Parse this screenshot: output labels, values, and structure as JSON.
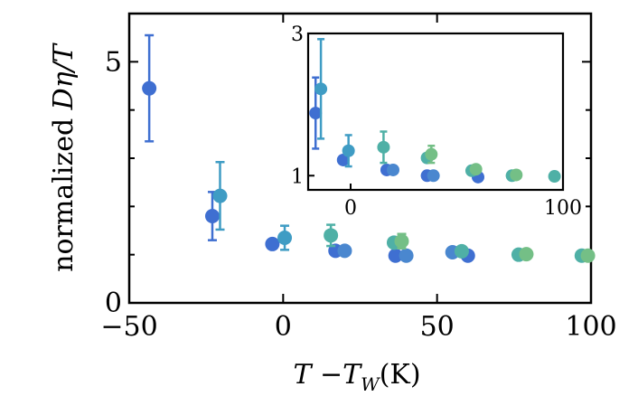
{
  "chart_data": [
    {
      "type": "scatter",
      "xlabel_text": "T −T",
      "xlabel_sub": "W",
      "xlabel_unit": "(K)",
      "ylabel_text": "normalized ",
      "ylabel_math": "Dη/T",
      "xlim": [
        -50,
        100
      ],
      "ylim": [
        0,
        6
      ],
      "xticks": [
        -50,
        0,
        50,
        100
      ],
      "xtick_labels": [
        "−50",
        "0",
        "50",
        "100"
      ],
      "yticks": [
        0,
        5
      ],
      "ytick_labels": [
        "0",
        "5"
      ],
      "series": [
        {
          "color": "#3f6fd1",
          "points": [
            {
              "x": -43.5,
              "y": 4.45,
              "err": 1.1
            },
            {
              "x": -23,
              "y": 1.8,
              "err": 0.5
            },
            {
              "x": -3.5,
              "y": 1.22
            },
            {
              "x": 17,
              "y": 1.08
            },
            {
              "x": 36.5,
              "y": 0.98
            },
            {
              "x": 60,
              "y": 0.98
            }
          ]
        },
        {
          "color": "#4a87cf",
          "points": [
            {
              "x": 20,
              "y": 1.08
            },
            {
              "x": 40,
              "y": 0.98
            },
            {
              "x": 55,
              "y": 1.05
            }
          ]
        },
        {
          "color": "#3f9cc4",
          "points": [
            {
              "x": -20.5,
              "y": 2.22,
              "err": 0.7
            },
            {
              "x": 0.5,
              "y": 1.35,
              "err": 0.25
            }
          ]
        },
        {
          "color": "#4fb0a6",
          "points": [
            {
              "x": 15.5,
              "y": 1.4,
              "err": 0.22
            },
            {
              "x": 36,
              "y": 1.25
            },
            {
              "x": 58,
              "y": 1.07
            },
            {
              "x": 76.5,
              "y": 1.0
            },
            {
              "x": 97,
              "y": 0.98
            }
          ]
        },
        {
          "color": "#74bf86",
          "points": [
            {
              "x": 38.5,
              "y": 1.28,
              "err": 0.15
            },
            {
              "x": 79,
              "y": 1.01
            },
            {
              "x": 99,
              "y": 0.98
            }
          ]
        }
      ]
    },
    {
      "type": "scatter",
      "name": "inset",
      "xlim": [
        -20,
        100
      ],
      "ylim": [
        0.8,
        3
      ],
      "xticks": [
        0,
        100
      ],
      "xtick_labels": [
        "0",
        "100"
      ],
      "yticks": [
        1,
        3
      ],
      "ytick_labels": [
        "1",
        "3"
      ],
      "series": [
        {
          "color": "#3f6fd1",
          "points": [
            {
              "x": -16.5,
              "y": 1.88,
              "err": 0.5
            },
            {
              "x": -3.5,
              "y": 1.22
            },
            {
              "x": 17,
              "y": 1.08
            },
            {
              "x": 36,
              "y": 1.0
            },
            {
              "x": 60,
              "y": 0.98
            }
          ]
        },
        {
          "color": "#4a87cf",
          "points": [
            {
              "x": 20,
              "y": 1.08
            },
            {
              "x": 39,
              "y": 1.0
            }
          ]
        },
        {
          "color": "#3f9cc4",
          "points": [
            {
              "x": -14,
              "y": 2.22,
              "err": 0.7
            },
            {
              "x": -1,
              "y": 1.35,
              "err": 0.22
            }
          ]
        },
        {
          "color": "#4fb0a6",
          "points": [
            {
              "x": 15.5,
              "y": 1.4,
              "err": 0.22
            },
            {
              "x": 36,
              "y": 1.25
            },
            {
              "x": 57,
              "y": 1.07
            },
            {
              "x": 76,
              "y": 1.0
            },
            {
              "x": 96,
              "y": 0.99
            }
          ]
        },
        {
          "color": "#74bf86",
          "points": [
            {
              "x": 38,
              "y": 1.3,
              "err": 0.12
            },
            {
              "x": 59,
              "y": 1.09,
              "err": 0.05
            },
            {
              "x": 78,
              "y": 1.01
            }
          ]
        }
      ]
    }
  ]
}
